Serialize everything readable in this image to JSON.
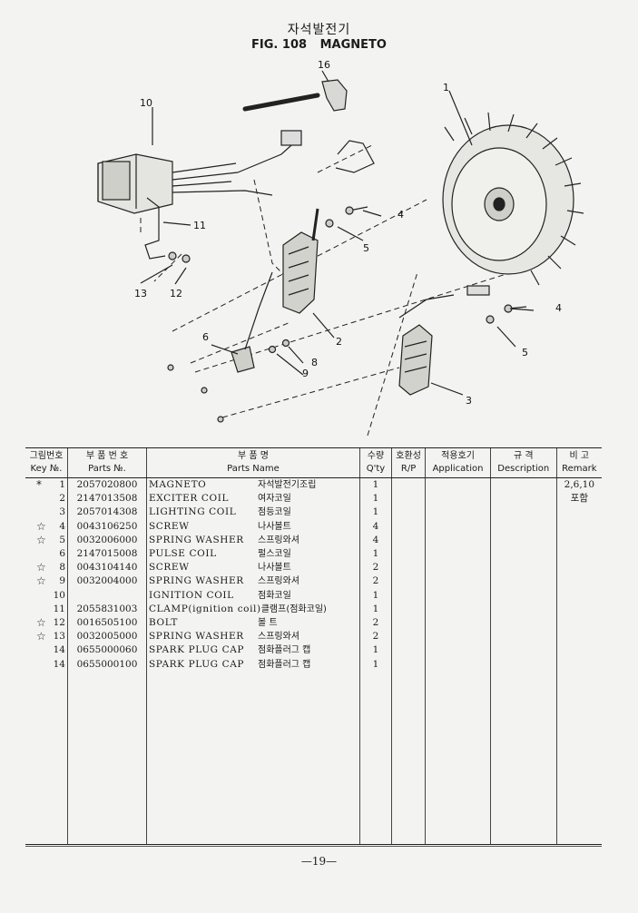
{
  "header": {
    "title_ko": "자석발전기",
    "fig_no": "FIG. 108",
    "fig_title": "MAGNETO"
  },
  "callouts": [
    "16",
    "10",
    "11",
    "13",
    "12",
    "4",
    "5",
    "1",
    "4",
    "5",
    "2",
    "6",
    "9",
    "8",
    "3"
  ],
  "table": {
    "headers": [
      {
        "ko": "그림번호",
        "en": "Key №."
      },
      {
        "ko": "부 품 번 호",
        "en": "Parts №."
      },
      {
        "ko": "부 품 명",
        "en": "Parts Name"
      },
      {
        "ko": "수량",
        "en": "Q'ty"
      },
      {
        "ko": "호환성",
        "en": "R/P"
      },
      {
        "ko": "적용호기",
        "en": "Application"
      },
      {
        "ko": "규 격",
        "en": "Description"
      },
      {
        "ko": "비 고",
        "en": "Remark"
      }
    ],
    "rows": [
      {
        "mark": "*",
        "key": "1",
        "part_no": "2057020800",
        "name_en": "MAGNETO",
        "name_ko": "자석발전기조립",
        "qty": "1",
        "remark": "2,6,10"
      },
      {
        "mark": "",
        "key": "2",
        "part_no": "2147013508",
        "name_en": "EXCITER COIL",
        "name_ko": "여자코일",
        "qty": "1",
        "remark": "포함"
      },
      {
        "mark": "",
        "key": "3",
        "part_no": "2057014308",
        "name_en": "LIGHTING COIL",
        "name_ko": "점등코일",
        "qty": "1",
        "remark": ""
      },
      {
        "mark": "☆",
        "key": "4",
        "part_no": "0043106250",
        "name_en": "SCREW",
        "name_ko": "나사볼트",
        "qty": "4",
        "remark": ""
      },
      {
        "mark": "☆",
        "key": "5",
        "part_no": "0032006000",
        "name_en": "SPRING WASHER",
        "name_ko": "스프링와셔",
        "qty": "4",
        "remark": ""
      },
      {
        "mark": "",
        "key": "6",
        "part_no": "2147015008",
        "name_en": "PULSE COIL",
        "name_ko": "펄스코일",
        "qty": "1",
        "remark": ""
      },
      {
        "mark": "☆",
        "key": "8",
        "part_no": "0043104140",
        "name_en": "SCREW",
        "name_ko": "나사볼트",
        "qty": "2",
        "remark": ""
      },
      {
        "mark": "☆",
        "key": "9",
        "part_no": "0032004000",
        "name_en": "SPRING WASHER",
        "name_ko": "스프링와셔",
        "qty": "2",
        "remark": ""
      },
      {
        "mark": "",
        "key": "10",
        "part_no": "",
        "name_en": "IGNITION COIL",
        "name_ko": "점화코일",
        "qty": "1",
        "remark": ""
      },
      {
        "mark": "",
        "key": "11",
        "part_no": "2055831003",
        "name_en": "CLAMP(ignition coil)",
        "name_ko": "클램프(점화코일)",
        "qty": "1",
        "remark": ""
      },
      {
        "mark": "☆",
        "key": "12",
        "part_no": "0016505100",
        "name_en": "BOLT",
        "name_ko": "볼 트",
        "qty": "2",
        "remark": ""
      },
      {
        "mark": "☆",
        "key": "13",
        "part_no": "0032005000",
        "name_en": "SPRING WASHER",
        "name_ko": "스프링와셔",
        "qty": "2",
        "remark": ""
      },
      {
        "mark": "",
        "key": "14",
        "part_no": "0655000060",
        "name_en": "SPARK PLUG CAP",
        "name_ko": "점화플러그 캡",
        "qty": "1",
        "remark": ""
      },
      {
        "mark": "",
        "key": "14",
        "part_no": "0655000100",
        "name_en": "SPARK PLUG CAP",
        "name_ko": "점화플러그 캡",
        "qty": "1",
        "remark": ""
      }
    ]
  },
  "footer": {
    "page": "—19—"
  }
}
